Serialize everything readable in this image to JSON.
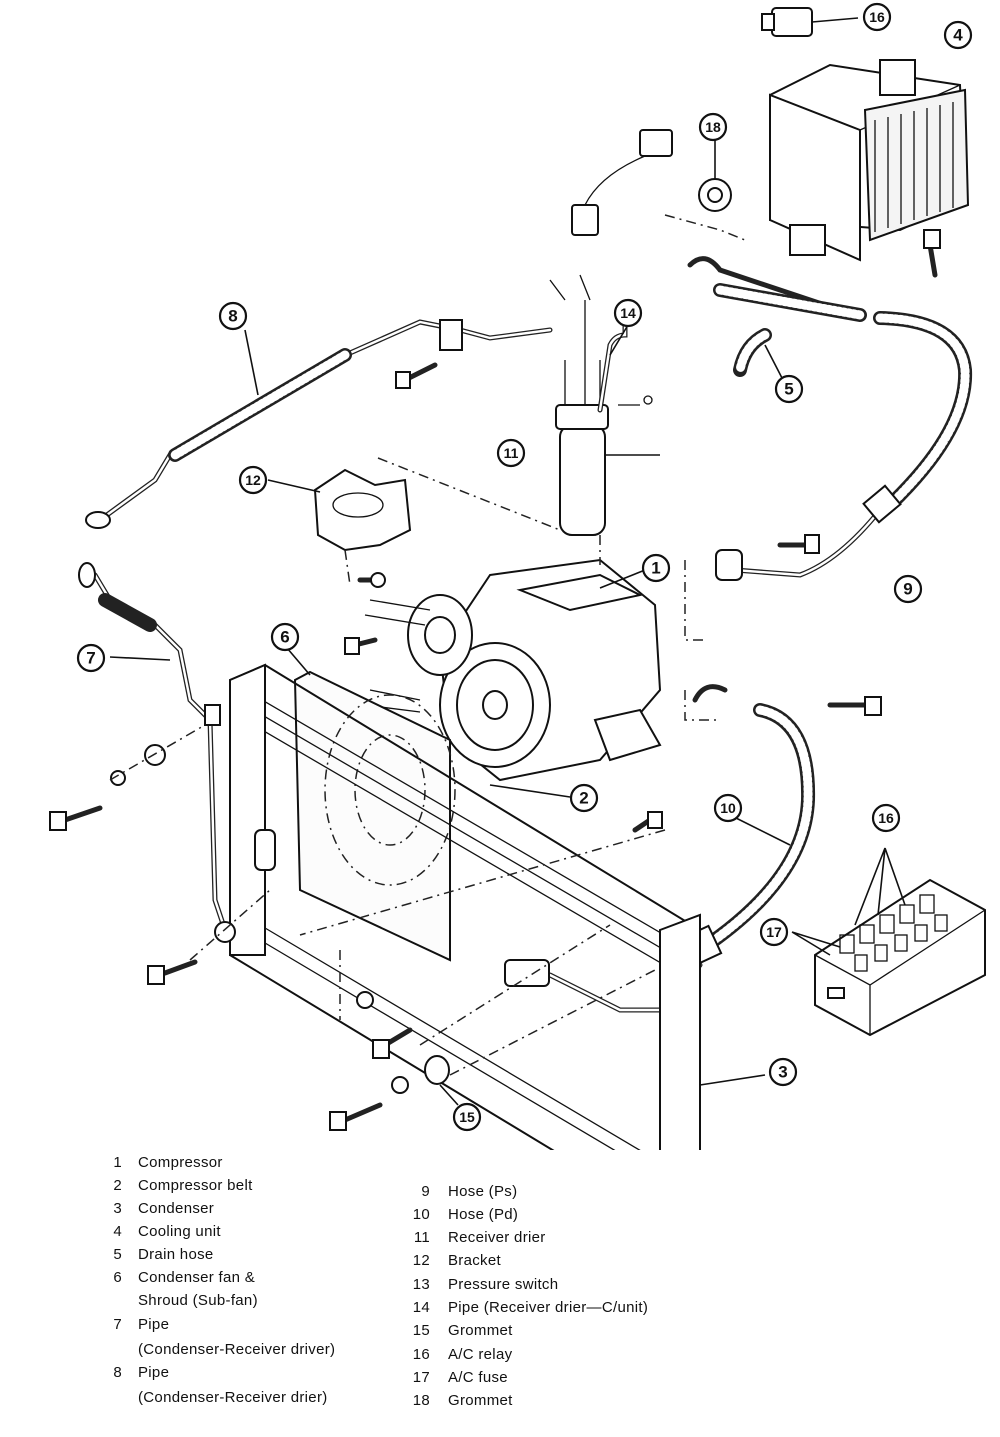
{
  "callouts": [
    "1",
    "2",
    "3",
    "4",
    "5",
    "6",
    "7",
    "8",
    "9",
    "10",
    "11",
    "12",
    "14",
    "15",
    "16",
    "16",
    "17",
    "18"
  ],
  "legend": {
    "left": [
      {
        "num": "1",
        "label": "Compressor"
      },
      {
        "num": "2",
        "label": "Compressor belt"
      },
      {
        "num": "3",
        "label": "Condenser"
      },
      {
        "num": "4",
        "label": "Cooling unit"
      },
      {
        "num": "5",
        "label": "Drain hose"
      },
      {
        "num": "6",
        "label": "Condenser fan &"
      },
      {
        "num": "",
        "label": "Shroud (Sub-fan)"
      },
      {
        "num": "7",
        "label": "Pipe"
      },
      {
        "num": "",
        "label": "(Condenser-Receiver driver)"
      },
      {
        "num": "8",
        "label": "Pipe"
      },
      {
        "num": "",
        "label": "(Condenser-Receiver drier)"
      }
    ],
    "right": [
      {
        "num": "9",
        "label": "Hose (Ps)"
      },
      {
        "num": "10",
        "label": "Hose (Pd)"
      },
      {
        "num": "11",
        "label": "Receiver drier"
      },
      {
        "num": "12",
        "label": "Bracket"
      },
      {
        "num": "13",
        "label": "Pressure switch"
      },
      {
        "num": "14",
        "label": "Pipe (Receiver drier—C/unit)"
      },
      {
        "num": "15",
        "label": "Grommet"
      },
      {
        "num": "16",
        "label": "A/C relay"
      },
      {
        "num": "17",
        "label": "A/C fuse"
      },
      {
        "num": "18",
        "label": "Grommet"
      }
    ]
  }
}
